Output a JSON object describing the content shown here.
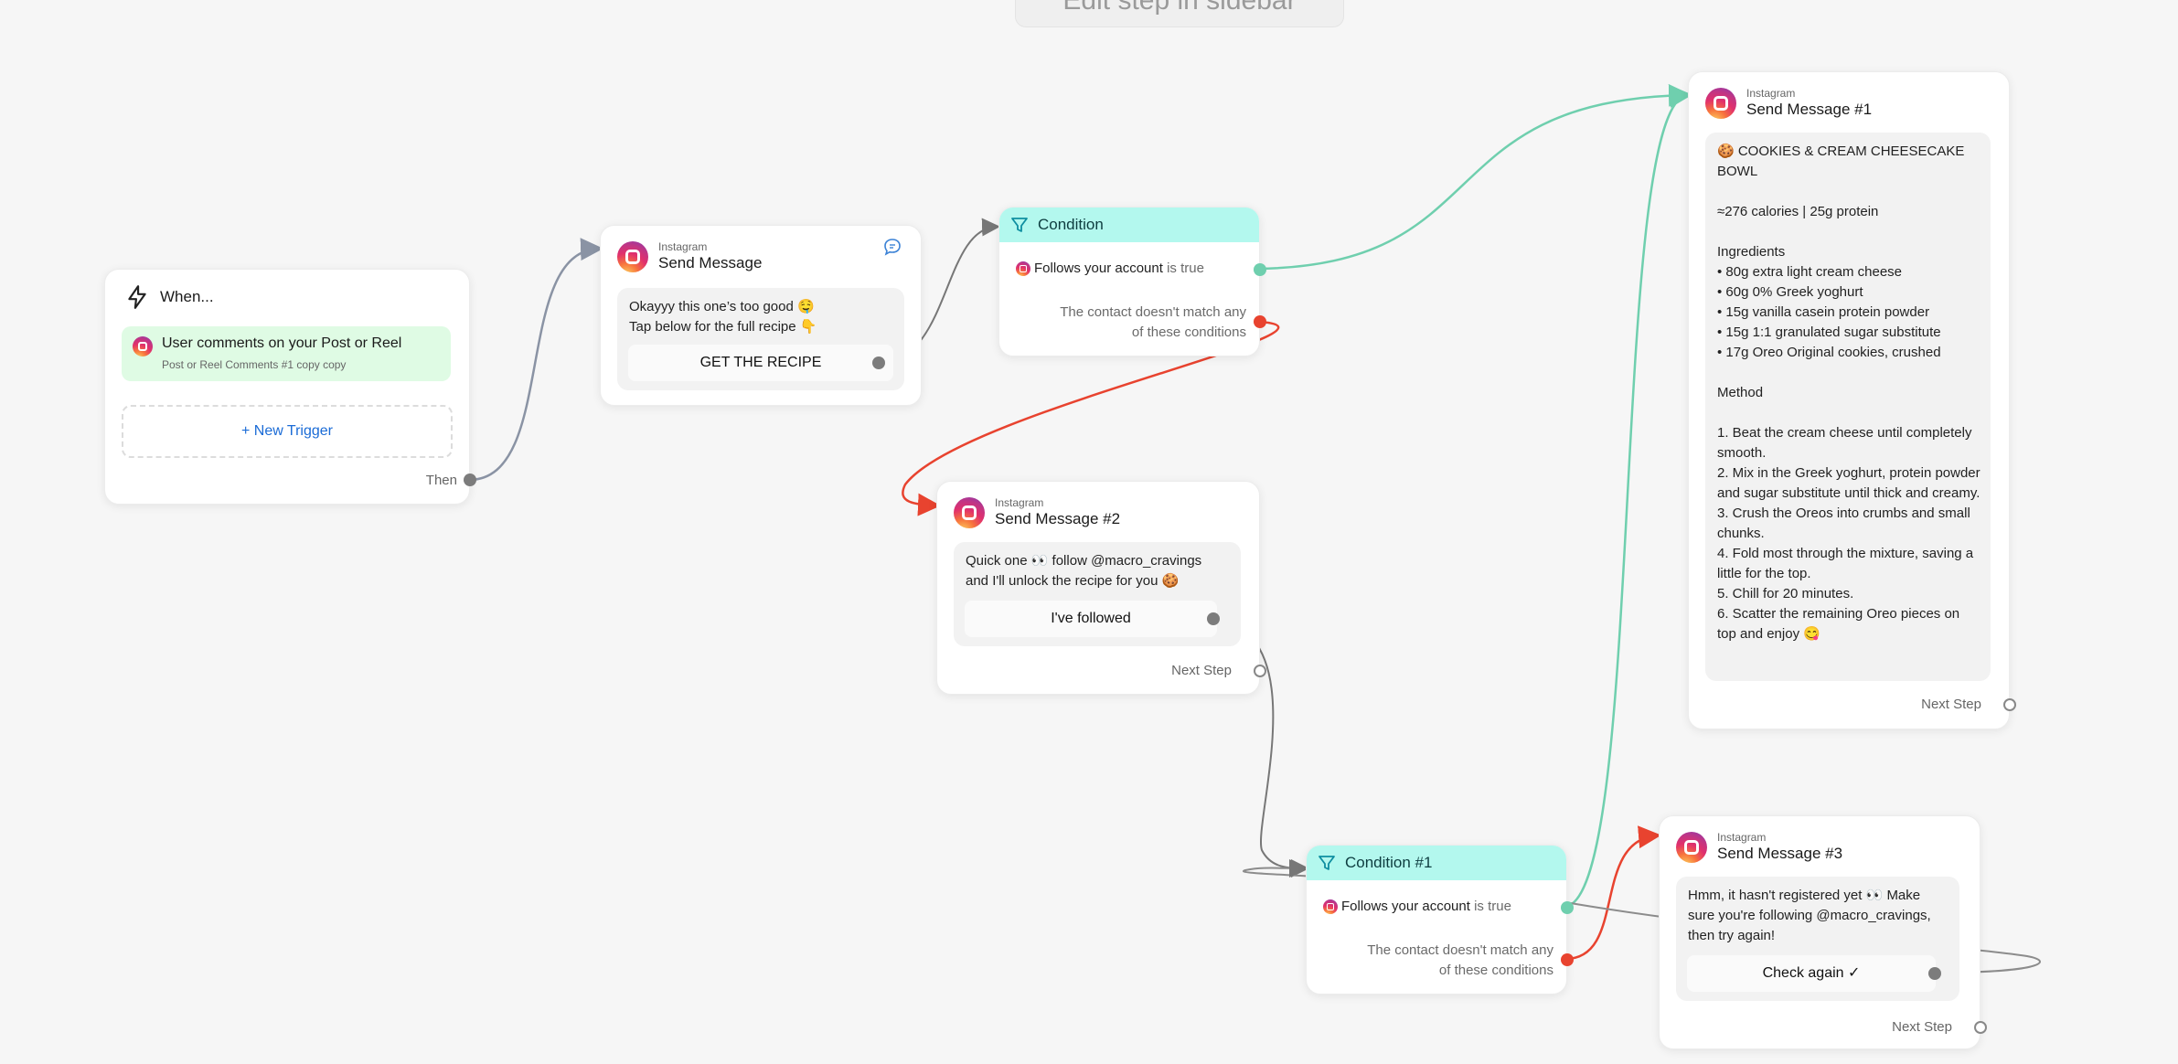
{
  "canvas_hint": {
    "text": "Edit step in sidebar"
  },
  "trigger": {
    "title": "When...",
    "item_title": "User comments on your Post or Reel",
    "item_sub": "Post or Reel Comments #1 copy copy",
    "new_trigger": "+ New Trigger",
    "then": "Then"
  },
  "send_message": {
    "platform": "Instagram",
    "title": "Send Message",
    "text": "Okayyy this one’s too good 🤤\nTap below for the full recipe 👇",
    "button": "GET THE RECIPE"
  },
  "condition": {
    "title": "Condition",
    "rule_label": "Follows your account",
    "rule_value": "is true",
    "no_match": "The contact doesn't match any\nof these conditions"
  },
  "send_message_1": {
    "platform": "Instagram",
    "title": "Send Message #1",
    "text": "🍪 COOKIES & CREAM CHEESECAKE BOWL\n\n≈276 calories | 25g protein\n\nIngredients\n• 80g extra light cream cheese\n• 60g 0% Greek yoghurt\n• 15g vanilla casein protein powder\n• 15g 1:1 granulated sugar substitute\n• 17g Oreo Original cookies, crushed\n\nMethod\n\n1. Beat the cream cheese until completely smooth.\n2. Mix in the Greek yoghurt, protein powder and sugar substitute until thick and creamy.\n3. Crush the Oreos into crumbs and small chunks.\n4. Fold most through the mixture, saving a little for the top.\n5. Chill for 20 minutes.\n6. Scatter the remaining Oreo pieces on top and enjoy 😋",
    "next_step": "Next Step"
  },
  "send_message_2": {
    "platform": "Instagram",
    "title": "Send Message #2",
    "text": "Quick one 👀 follow @macro_cravings\nand I'll unlock the recipe for you 🍪",
    "button": "I've followed",
    "next_step": "Next Step"
  },
  "condition_1": {
    "title": "Condition #1",
    "rule_label": "Follows your account",
    "rule_value": "is true",
    "no_match": "The contact doesn't match any\nof these conditions"
  },
  "send_message_3": {
    "platform": "Instagram",
    "title": "Send Message #3",
    "text": "Hmm, it hasn't registered yet 👀 Make sure you're following @macro_cravings, then try again!",
    "button": "Check again ✓",
    "next_step": "Next Step"
  },
  "colors": {
    "canvas": "#f6f6f6",
    "condition_header": "#b3f8ee",
    "trigger_item": "#dffbe4",
    "link_blue": "#1a6bd6",
    "edge_gray": "#8a93a4",
    "edge_red": "#e8432f",
    "edge_green": "#6fcfae"
  }
}
